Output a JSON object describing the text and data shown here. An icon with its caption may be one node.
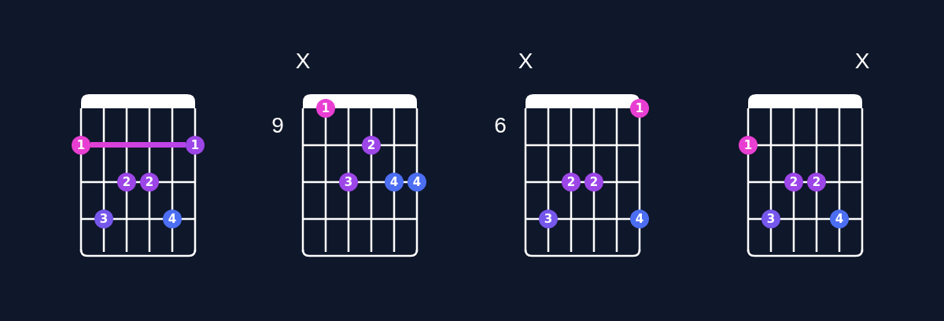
{
  "diagram": {
    "nodes": [
      {
        "text": [
          "1"
        ]
      },
      {
        "text": [
          "1"
        ]
      },
      {
        "text": [
          "2"
        ]
      },
      {
        "text": [
          "2"
        ]
      },
      {
        "text": [
          "3"
        ]
      },
      {
        "text": [
          "4"
        ]
      },
      {
        "text": [
          "1"
        ]
      },
      {
        "text": [
          "2"
        ]
      },
      {
        "text": [
          "3"
        ]
      },
      {
        "text": [
          "4"
        ]
      },
      {
        "text": [
          "4"
        ]
      },
      {
        "text": [
          "1"
        ]
      },
      {
        "text": [
          "2"
        ]
      },
      {
        "text": [
          "2"
        ]
      },
      {
        "text": [
          "3"
        ]
      },
      {
        "text": [
          "4"
        ]
      },
      {
        "text": [
          "1"
        ]
      },
      {
        "text": [
          "2"
        ]
      },
      {
        "text": [
          "2"
        ]
      },
      {
        "text": [
          "3"
        ]
      },
      {
        "text": [
          "4"
        ]
      }
    ],
    "edges": [
      {
        "from": 0,
        "to": 1,
        "arrow": "none"
      }
    ],
    "labels": [
      "X",
      "X",
      "X",
      "9",
      "6"
    ]
  }
}
